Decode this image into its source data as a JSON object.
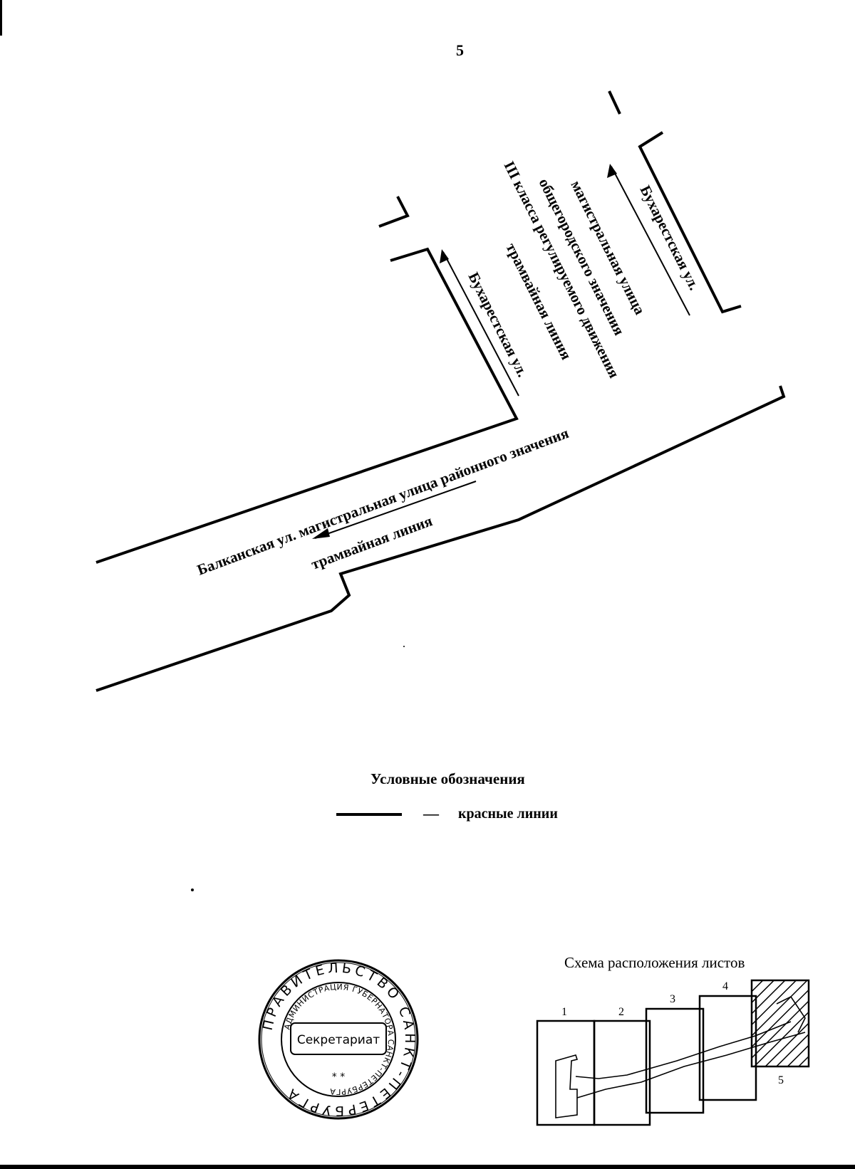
{
  "page": {
    "number": "5"
  },
  "map": {
    "labels": {
      "bukh_upper": "Бухарестская ул.",
      "bukh_lower": "Бухарестская ул.",
      "avenue_line1": "магистральная улица",
      "avenue_line2": "общегородского значения",
      "avenue_line3": "III класса регулируемого движения",
      "tram_vertical": "трамвайная линия",
      "balkan": "Балканская ул. магистральная улица районного значения",
      "tram_horizontal": "трамвайная линия"
    },
    "colors": {
      "red_lines": "#000000",
      "background": "#ffffff"
    }
  },
  "legend": {
    "title": "Условные обозначения",
    "dash": "—",
    "item_label": "красные линии"
  },
  "scheme": {
    "title": "Схема расположения листов",
    "sheet_labels": [
      "1",
      "2",
      "3",
      "4",
      "5"
    ]
  },
  "stamp": {
    "outer_text": "ПРАВИТЕЛЬСТВО САНКТ-ПЕТЕРБУРГА",
    "inner_text": "АДМИНИСТРАЦИЯ ГУБЕРНАТОРА САНКТ-ПЕТЕРБУРГА",
    "center_text": "Секретариат",
    "stars": "*  *"
  }
}
